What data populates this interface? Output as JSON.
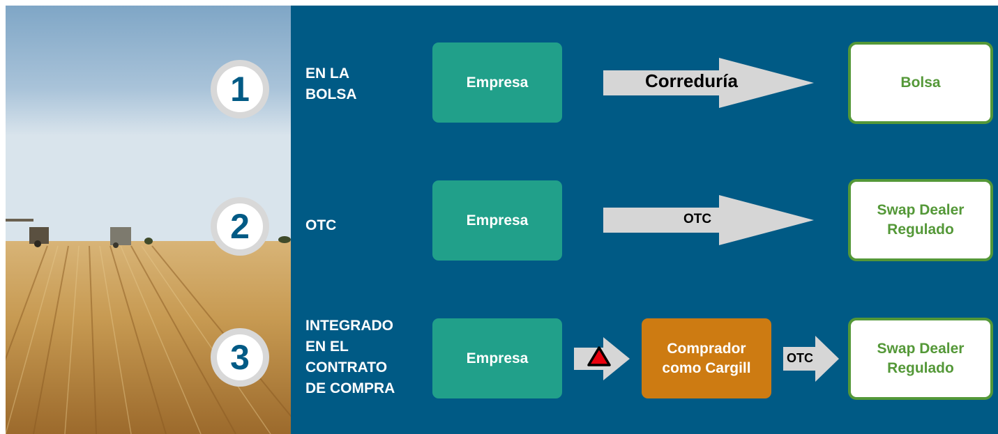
{
  "colors": {
    "panel": "#005a85",
    "teal_box": "#21a08a",
    "orange_box": "#cd7b12",
    "green_accent": "#549838",
    "arrow_gray": "#d6d6d6",
    "warning_red": "#e8000d"
  },
  "rows": [
    {
      "number": "1",
      "label": "EN LA\nBOLSA",
      "source": "Empresa",
      "arrow_label": "Correduría",
      "target": "Bolsa"
    },
    {
      "number": "2",
      "label": "OTC",
      "source": "Empresa",
      "arrow_label": "OTC",
      "target": "Swap Dealer\nRegulado"
    },
    {
      "number": "3",
      "label": "INTEGRADO\nEN EL\nCONTRATO\nDE COMPRA",
      "source": "Empresa",
      "warning_icon": "red-triangle-icon",
      "intermediary": "Comprador\ncomo Cargill",
      "arrow_label": "OTC",
      "target": "Swap Dealer\nRegulado"
    }
  ]
}
